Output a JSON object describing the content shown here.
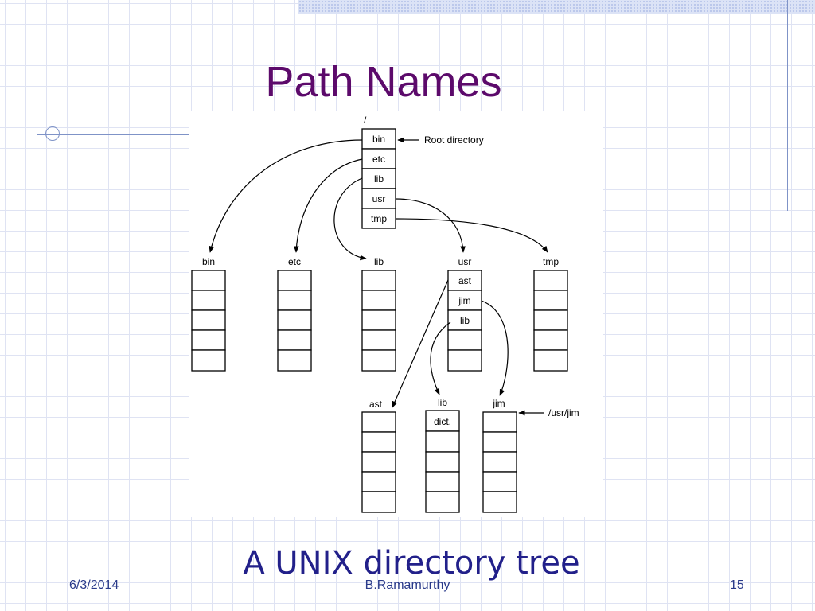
{
  "slide": {
    "title": "Path Names",
    "caption": "A UNIX directory tree",
    "footer": {
      "date": "6/3/2014",
      "author": "B.Ramamurthy",
      "page": "15"
    }
  },
  "diagram": {
    "root_label": "/",
    "root_entries": [
      "bin",
      "etc",
      "lib",
      "usr",
      "tmp"
    ],
    "root_annotation": "Root directory",
    "level1": [
      {
        "name": "bin",
        "entries": [
          "",
          "",
          "",
          "",
          ""
        ]
      },
      {
        "name": "etc",
        "entries": [
          "",
          "",
          "",
          "",
          ""
        ]
      },
      {
        "name": "lib",
        "entries": [
          "",
          "",
          "",
          "",
          ""
        ]
      },
      {
        "name": "usr",
        "entries": [
          "ast",
          "jim",
          "lib",
          "",
          ""
        ]
      },
      {
        "name": "tmp",
        "entries": [
          "",
          "",
          "",
          "",
          ""
        ]
      }
    ],
    "level2": [
      {
        "name": "ast",
        "entries": [
          "",
          "",
          "",
          "",
          ""
        ]
      },
      {
        "name": "lib",
        "entries": [
          "dict.",
          "",
          "",
          "",
          ""
        ]
      },
      {
        "name": "jim",
        "entries": [
          "",
          "",
          "",
          "",
          ""
        ]
      }
    ],
    "jim_annotation": "/usr/jim"
  }
}
